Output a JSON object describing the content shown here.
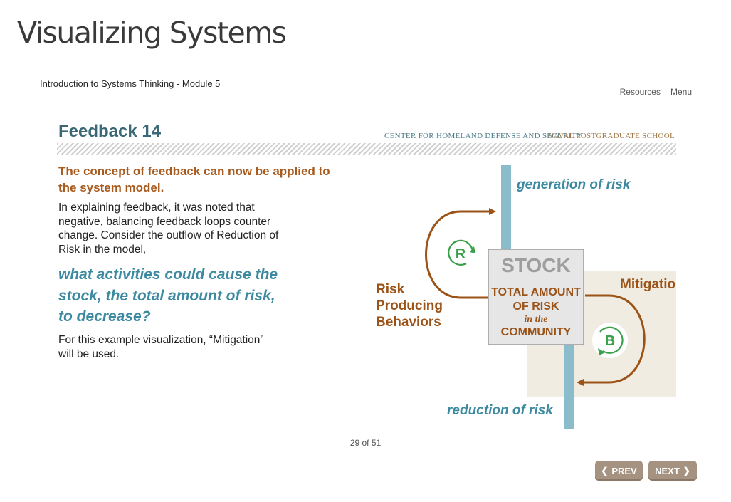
{
  "page": {
    "title": "Visualizing Systems"
  },
  "course": {
    "title": "Introduction to Systems Thinking - Module 5"
  },
  "nav": {
    "resources": "Resources",
    "menu": "Menu"
  },
  "slide": {
    "title": "Feedback 14",
    "org_left": "CENTER FOR HOMELAND DEFENSE AND SECURITY",
    "org_right": "NAVAL POSTGRADUATE SCHOOL",
    "lead": "The concept of feedback can now be applied to the system model.",
    "body1": "In explaining feedback, it was noted that negative, balancing feedback loops counter change. Consider the outflow of Reduction of Risk in the model,",
    "question": "what activities could cause the stock, the total amount of risk, to decrease?",
    "body2": "For this example visualization, “Mitigation” will be used."
  },
  "diagram": {
    "inflow_label": "generation of risk",
    "outflow_label": "reduction of risk",
    "stock_label": "STOCK",
    "stock_line1": "TOTAL AMOUNT",
    "stock_line2": "OF RISK",
    "stock_line3": "in the",
    "stock_line4": "COMMUNITY",
    "reinforcing_letter": "R",
    "balancing_letter": "B",
    "risk_line1": "Risk",
    "risk_line2": "Producing",
    "risk_line3": "Behaviors",
    "mitigation": "Mitigation",
    "colors": {
      "flow": "#8bbccc",
      "loop_arrow": "#9b5318",
      "loop_badge": "#3aa14a",
      "mitigation_panel": "#f1ece2",
      "stock_fill": "#e6e6e6"
    }
  },
  "pager": {
    "text": "29 of 51"
  },
  "buttons": {
    "prev": "PREV",
    "next": "NEXT",
    "prev_icon": "chevron-left-icon",
    "next_icon": "chevron-right-icon"
  }
}
